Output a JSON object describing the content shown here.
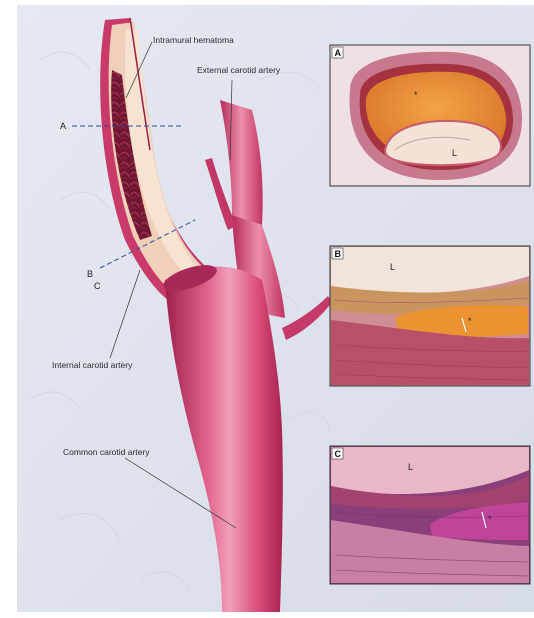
{
  "labels": {
    "intramural_hematoma": "Intramural hematoma",
    "external_carotid": "External carotid artery",
    "internal_carotid": "Internal carotid artery",
    "common_carotid": "Common carotid artery"
  },
  "section_markers": {
    "a": "A",
    "b": "B",
    "c": "C"
  },
  "panels": [
    {
      "tag": "A",
      "marks": {
        "star": "*",
        "lumen": "L"
      }
    },
    {
      "tag": "B",
      "marks": {
        "star": "*",
        "lumen": "L"
      }
    },
    {
      "tag": "C",
      "marks": {
        "star": "*",
        "lumen": "L"
      }
    }
  ],
  "colors": {
    "background": "#dfe3ee",
    "artery": "#d23e6e",
    "hematoma": "#7a1c38",
    "wall": "#f0d0b8",
    "thrombus_orange": "#e58a2e",
    "stain_pink": "#c7487c"
  }
}
